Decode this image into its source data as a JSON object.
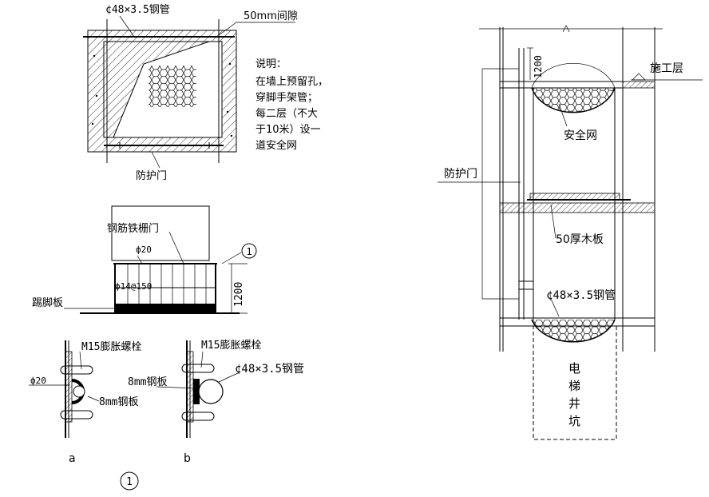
{
  "section_a": {
    "top_pipe": "¢48×3.5钢管",
    "gap": "50mm间隙",
    "notes_title": "说明：",
    "notes": [
      "在墙上预留孔，",
      "穿脚手架管；",
      "每二层（不大",
      "于10米）设一",
      "道安全网"
    ],
    "door": "防护门"
  },
  "section_b": {
    "gate": "钢筋铁栅门",
    "bar_top": "ф20",
    "bar_spacing": "ф14@150",
    "height": "1200",
    "kick_board": "踢脚板",
    "callout": "1"
  },
  "detail_a": {
    "bolt": "M15膨胀螺栓",
    "rod": "ф20",
    "plate": "8mm钢板",
    "label": "a"
  },
  "detail_b": {
    "bolt": "M15膨胀螺栓",
    "plate": "8mm钢板",
    "pipe": "¢48×3.5钢管",
    "label": "b"
  },
  "detail_callout": "1",
  "section_c": {
    "height": "1200",
    "floor": "施工层",
    "net": "安全网",
    "door": "防护门",
    "plank": "50厚木板",
    "pipe": "¢48×3.5钢管",
    "pit": [
      "电",
      "梯",
      "井",
      "坑"
    ]
  }
}
